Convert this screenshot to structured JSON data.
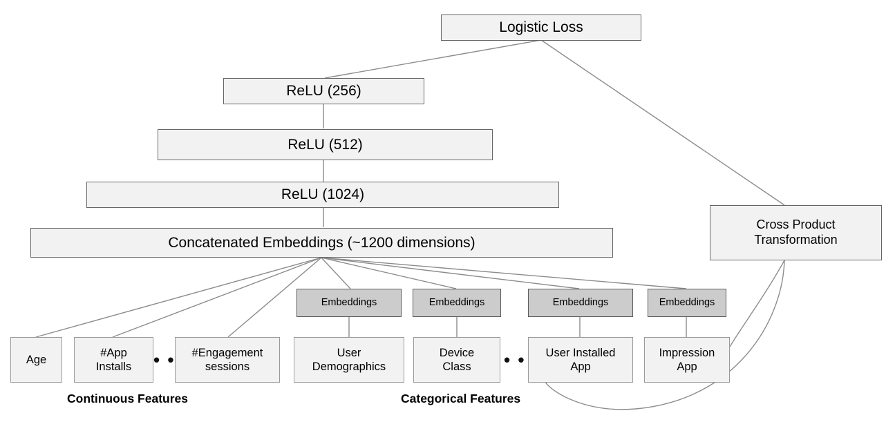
{
  "diagram": {
    "title_node": {
      "label": "Logistic Loss"
    },
    "hidden_layers": [
      {
        "label": "ReLU (256)"
      },
      {
        "label": "ReLU (512)"
      },
      {
        "label": "ReLU (1024)"
      }
    ],
    "concat_node": {
      "label": "Concatenated Embeddings (~1200 dimensions)"
    },
    "cross_node": {
      "label": "Cross Product\nTransformation",
      "line1": "Cross Product",
      "line2": "Transformation"
    },
    "embedding_label": "Embeddings",
    "embedding_nodes": [
      {
        "label": "Embeddings"
      },
      {
        "label": "Embeddings"
      },
      {
        "label": "Embeddings"
      },
      {
        "label": "Embeddings"
      }
    ],
    "continuous_features": [
      {
        "label": "Age"
      },
      {
        "label": "#App\nInstalls",
        "line1": "#App",
        "line2": "Installs"
      },
      {
        "label": "#Engagement\nsessions",
        "line1": "#Engagement",
        "line2": "sessions"
      }
    ],
    "categorical_features": [
      {
        "label": "User\nDemographics",
        "line1": "User",
        "line2": "Demographics"
      },
      {
        "label": "Device\nClass",
        "line1": "Device",
        "line2": "Class"
      },
      {
        "label": "User Installed\nApp",
        "line1": "User Installed",
        "line2": "App"
      },
      {
        "label": "Impression\nApp",
        "line1": "Impression",
        "line2": "App"
      }
    ],
    "ellipsis": "• • •",
    "group_labels": {
      "continuous": "Continuous Features",
      "categorical": "Categorical Features"
    },
    "colors": {
      "node_fill_light": "#f2f2f2",
      "node_fill_embedding": "#cccccc",
      "border_light": "#9a9a9a",
      "border_strong": "#666666",
      "border_embedding": "#5a5a5a",
      "wire": "#8c8c8c",
      "text": "#000000",
      "background": "#ffffff"
    }
  }
}
